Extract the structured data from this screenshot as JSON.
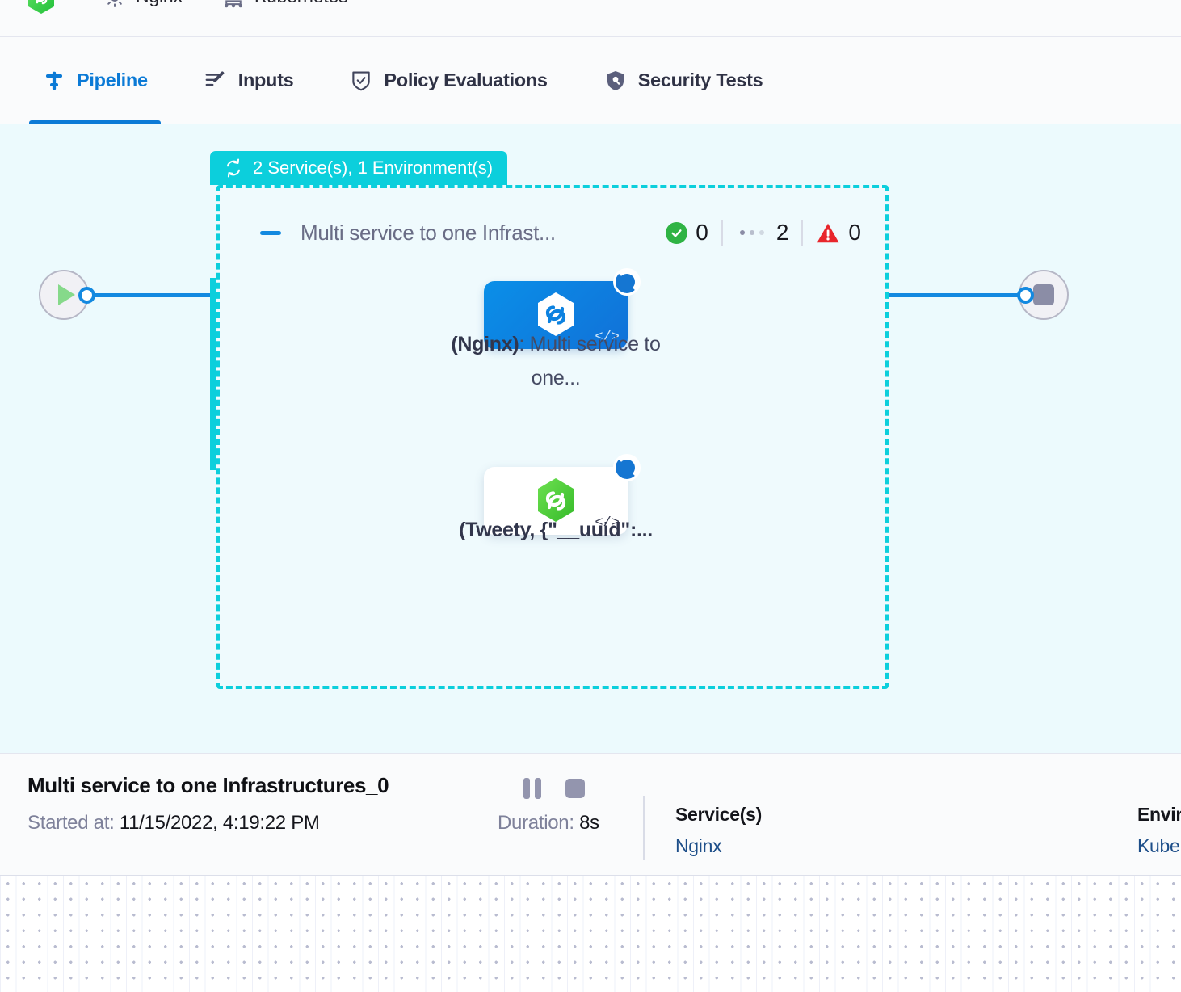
{
  "breadcrumb": {
    "items": [
      {
        "icon": "harness-hex-logo",
        "label": ""
      },
      {
        "icon": "gear-icon",
        "label": "Nginx"
      },
      {
        "icon": "kubernetes-icon",
        "label": "Kubernetes"
      }
    ]
  },
  "tabs": [
    {
      "id": "pipeline",
      "label": "Pipeline",
      "icon": "pipeline-icon",
      "active": true
    },
    {
      "id": "inputs",
      "label": "Inputs",
      "icon": "inputs-icon",
      "active": false
    },
    {
      "id": "policy-evaluations",
      "label": "Policy Evaluations",
      "icon": "policy-shield-check-icon",
      "active": false
    },
    {
      "id": "security-tests",
      "label": "Security Tests",
      "icon": "security-shield-icon",
      "active": false
    }
  ],
  "graph": {
    "group_badge": {
      "label": "2 Service(s), 1 Environment(s)",
      "icon": "loop-repeat-icon",
      "color": "#0ccfdc"
    },
    "stage": {
      "title": "Multi service to one Infrast...",
      "collapse_icon": "collapse-dash-icon",
      "stats": [
        {
          "id": "success",
          "icon": "check-circle-icon",
          "value": "0"
        },
        {
          "id": "pending",
          "icon": "ellipsis-dots-icon",
          "value": "2"
        },
        {
          "id": "failed",
          "icon": "warning-triangle-icon",
          "value": "0"
        }
      ]
    },
    "nodes": [
      {
        "id": "nginx-node",
        "label_bold": "(Nginx)",
        "label_rest": ": Multi service to one...",
        "status": "running",
        "badge_icon": "running-spinner-icon",
        "code_icon": "code-brackets-icon",
        "hex_icon": "service-hex-icon",
        "hex_color": "#ffffff",
        "card_color": "#0d82e0"
      },
      {
        "id": "tweety-node",
        "label_bold": "(Tweety, {\"__uuid\":...",
        "label_rest": "",
        "status": "running",
        "badge_icon": "running-spinner-icon",
        "code_icon": "code-brackets-icon",
        "hex_icon": "service-hex-icon",
        "hex_color": "#4ac43a",
        "card_color": "#ffffff"
      }
    ],
    "start_node": {
      "icon": "play-icon"
    },
    "end_node": {
      "icon": "stop-square-icon"
    }
  },
  "details": {
    "title": "Multi service to one Infrastructures_0",
    "started_label": "Started at:",
    "started_value": "11/15/2022, 4:19:22 PM",
    "controls": [
      {
        "id": "pause",
        "icon": "pause-icon"
      },
      {
        "id": "stop",
        "icon": "stop-icon"
      }
    ],
    "duration_label": "Duration:",
    "duration_value": "8s",
    "columns": [
      {
        "id": "services",
        "header": "Service(s)",
        "value": "Nginx"
      },
      {
        "id": "environments",
        "header": "Environment(s)",
        "value": "Kubernetes"
      }
    ]
  }
}
